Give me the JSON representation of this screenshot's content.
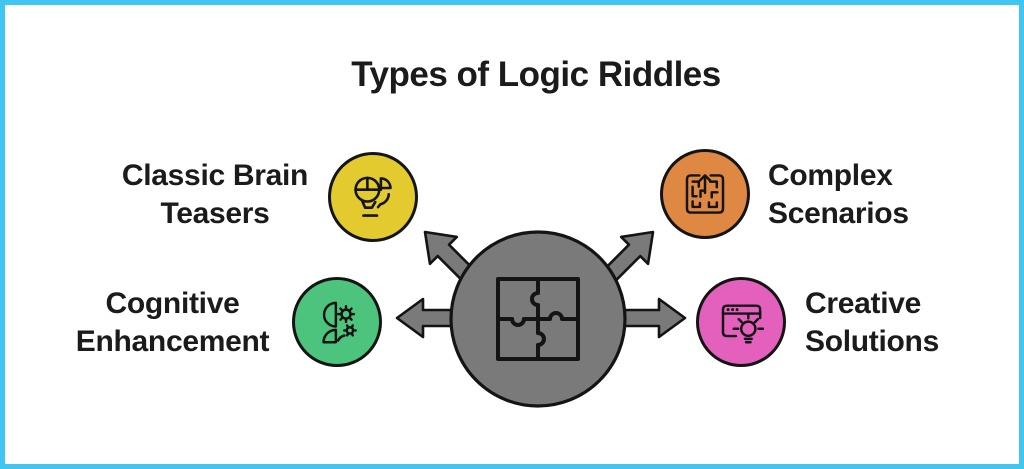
{
  "title": "Types of Logic Riddles",
  "frame": {
    "border_color": "#41c5f1",
    "background": "#ffffff"
  },
  "center": {
    "icon": "puzzle-pieces-icon",
    "fill": "#7a7a7a",
    "outline": "#141414",
    "arrow_directions": [
      "up-left",
      "up-right",
      "left",
      "right"
    ]
  },
  "nodes": [
    {
      "label": "Classic Brain\nTeasers",
      "color": "#e3cb2f",
      "icon": "brain-lightbulb-icon",
      "position": "top-left"
    },
    {
      "label": "Complex\nScenarios",
      "color": "#de8843",
      "icon": "maze-arrow-icon",
      "position": "top-right"
    },
    {
      "label": "Cognitive\nEnhancement",
      "color": "#4dc47e",
      "icon": "head-gears-icon",
      "position": "bottom-left"
    },
    {
      "label": "Creative\nSolutions",
      "color": "#e361bd",
      "icon": "window-lightbulb-icon",
      "position": "bottom-right"
    }
  ]
}
